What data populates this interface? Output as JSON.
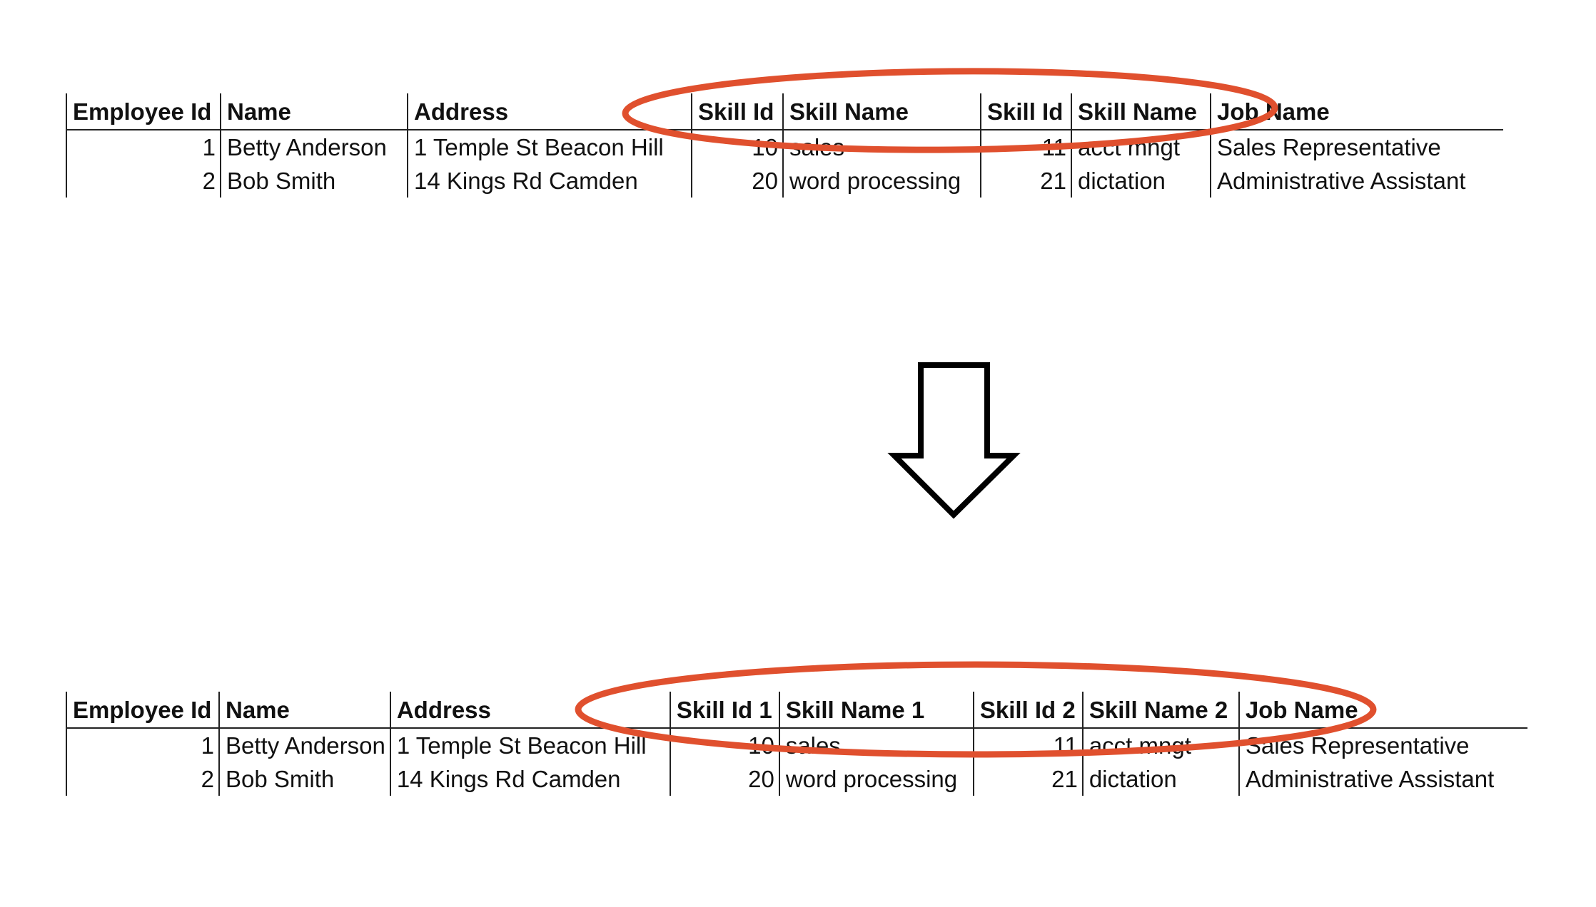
{
  "top_table": {
    "headers": [
      "Employee Id",
      "Name",
      "Address",
      "Skill Id",
      "Skill Name",
      "Skill Id",
      "Skill Name",
      "Job Name"
    ],
    "rows": [
      [
        "1",
        "Betty Anderson",
        "1 Temple St Beacon Hill",
        "10",
        "sales",
        "11",
        "acct mngt",
        "Sales Representative"
      ],
      [
        "2",
        "Bob Smith",
        "14 Kings Rd Camden",
        "20",
        "word processing",
        "21",
        "dictation",
        "Administrative Assistant"
      ]
    ]
  },
  "bottom_table": {
    "headers": [
      "Employee Id",
      "Name",
      "Address",
      "Skill Id 1",
      "Skill Name 1",
      "Skill Id 2",
      "Skill Name 2",
      "Job Name"
    ],
    "rows": [
      [
        "1",
        "Betty Anderson",
        "1 Temple St Beacon Hill",
        "10",
        "sales",
        "11",
        "acct mngt",
        "Sales Representative"
      ],
      [
        "2",
        "Bob Smith",
        "14 Kings Rd Camden",
        "20",
        "word processing",
        "21",
        "dictation",
        "Administrative Assistant"
      ]
    ]
  },
  "colors": {
    "highlight_ellipse": "#E0502E",
    "table_lines": "#222222",
    "arrow_outline": "#000000"
  },
  "icons": {
    "arrow": "down-arrow-icon"
  }
}
